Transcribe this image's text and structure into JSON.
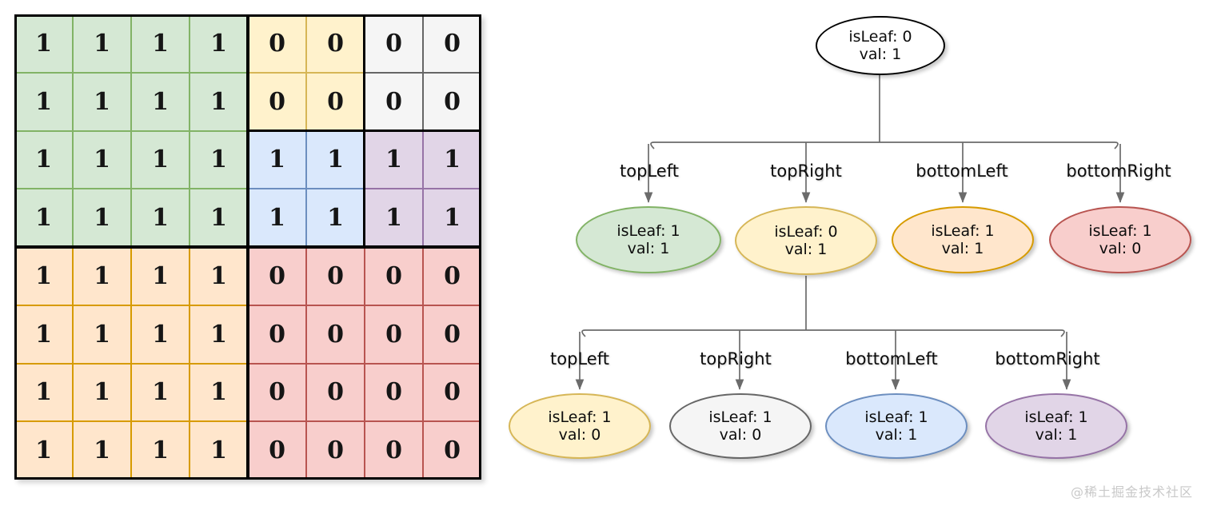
{
  "matrix": {
    "title": "quadtree-matrix",
    "rows": 8,
    "cols": 8,
    "values": [
      [
        "1",
        "1",
        "1",
        "1",
        "0",
        "0",
        "0",
        "0"
      ],
      [
        "1",
        "1",
        "1",
        "1",
        "0",
        "0",
        "0",
        "0"
      ],
      [
        "1",
        "1",
        "1",
        "1",
        "1",
        "1",
        "1",
        "1"
      ],
      [
        "1",
        "1",
        "1",
        "1",
        "1",
        "1",
        "1",
        "1"
      ],
      [
        "1",
        "1",
        "1",
        "1",
        "0",
        "0",
        "0",
        "0"
      ],
      [
        "1",
        "1",
        "1",
        "1",
        "0",
        "0",
        "0",
        "0"
      ],
      [
        "1",
        "1",
        "1",
        "1",
        "0",
        "0",
        "0",
        "0"
      ],
      [
        "1",
        "1",
        "1",
        "1",
        "0",
        "0",
        "0",
        "0"
      ]
    ],
    "region_classes": [
      [
        "r-green",
        "r-green",
        "r-green",
        "r-green",
        "r-yellow",
        "r-yellow",
        "r-white",
        "r-white"
      ],
      [
        "r-green",
        "r-green",
        "r-green",
        "r-green",
        "r-yellow",
        "r-yellow",
        "r-white",
        "r-white"
      ],
      [
        "r-green",
        "r-green",
        "r-green",
        "r-green",
        "r-blue",
        "r-blue",
        "r-purple",
        "r-purple"
      ],
      [
        "r-green",
        "r-green",
        "r-green",
        "r-green",
        "r-blue",
        "r-blue",
        "r-purple",
        "r-purple"
      ],
      [
        "r-orange",
        "r-orange",
        "r-orange",
        "r-orange",
        "r-red",
        "r-red",
        "r-red",
        "r-red"
      ],
      [
        "r-orange",
        "r-orange",
        "r-orange",
        "r-orange",
        "r-red",
        "r-red",
        "r-red",
        "r-red"
      ],
      [
        "r-orange",
        "r-orange",
        "r-orange",
        "r-orange",
        "r-red",
        "r-red",
        "r-red",
        "r-red"
      ],
      [
        "r-orange",
        "r-orange",
        "r-orange",
        "r-orange",
        "r-red",
        "r-red",
        "r-red",
        "r-red"
      ]
    ],
    "colors": {
      "green_fill": "#d5e8d4",
      "green_stroke": "#82b366",
      "yellow_fill": "#fff2cc",
      "yellow_stroke": "#d6b656",
      "white_fill": "#f5f5f5",
      "white_stroke": "#666666",
      "blue_fill": "#dae8fc",
      "blue_stroke": "#6c8ebf",
      "purple_fill": "#e1d5e7",
      "purple_stroke": "#9673a6",
      "orange_fill": "#ffe6cc",
      "orange_stroke": "#d79b00",
      "red_fill": "#f8cecc",
      "red_stroke": "#b85450",
      "separator": "#000000"
    }
  },
  "tree": {
    "root": {
      "line1": "isLeaf: 0",
      "line2": "val: 1",
      "style": "n-root"
    },
    "level2": [
      {
        "edge_label": "topLeft",
        "line1": "isLeaf: 1",
        "line2": "val: 1",
        "style": "n-green"
      },
      {
        "edge_label": "topRight",
        "line1": "isLeaf: 0",
        "line2": "val: 1",
        "style": "n-yellow"
      },
      {
        "edge_label": "bottomLeft",
        "line1": "isLeaf: 1",
        "line2": "val: 1",
        "style": "n-orange"
      },
      {
        "edge_label": "bottomRight",
        "line1": "isLeaf: 1",
        "line2": "val: 0",
        "style": "n-red"
      }
    ],
    "level3": [
      {
        "edge_label": "topLeft",
        "line1": "isLeaf: 1",
        "line2": "val: 0",
        "style": "n-yellow"
      },
      {
        "edge_label": "topRight",
        "line1": "isLeaf: 1",
        "line2": "val: 0",
        "style": "n-white"
      },
      {
        "edge_label": "bottomLeft",
        "line1": "isLeaf: 1",
        "line2": "val: 1",
        "style": "n-blue"
      },
      {
        "edge_label": "bottomRight",
        "line1": "isLeaf: 1",
        "line2": "val: 1",
        "style": "n-purple"
      }
    ],
    "edge_color": "#6b6b6b"
  },
  "watermark": {
    "text": "@稀土掘金技术社区"
  }
}
